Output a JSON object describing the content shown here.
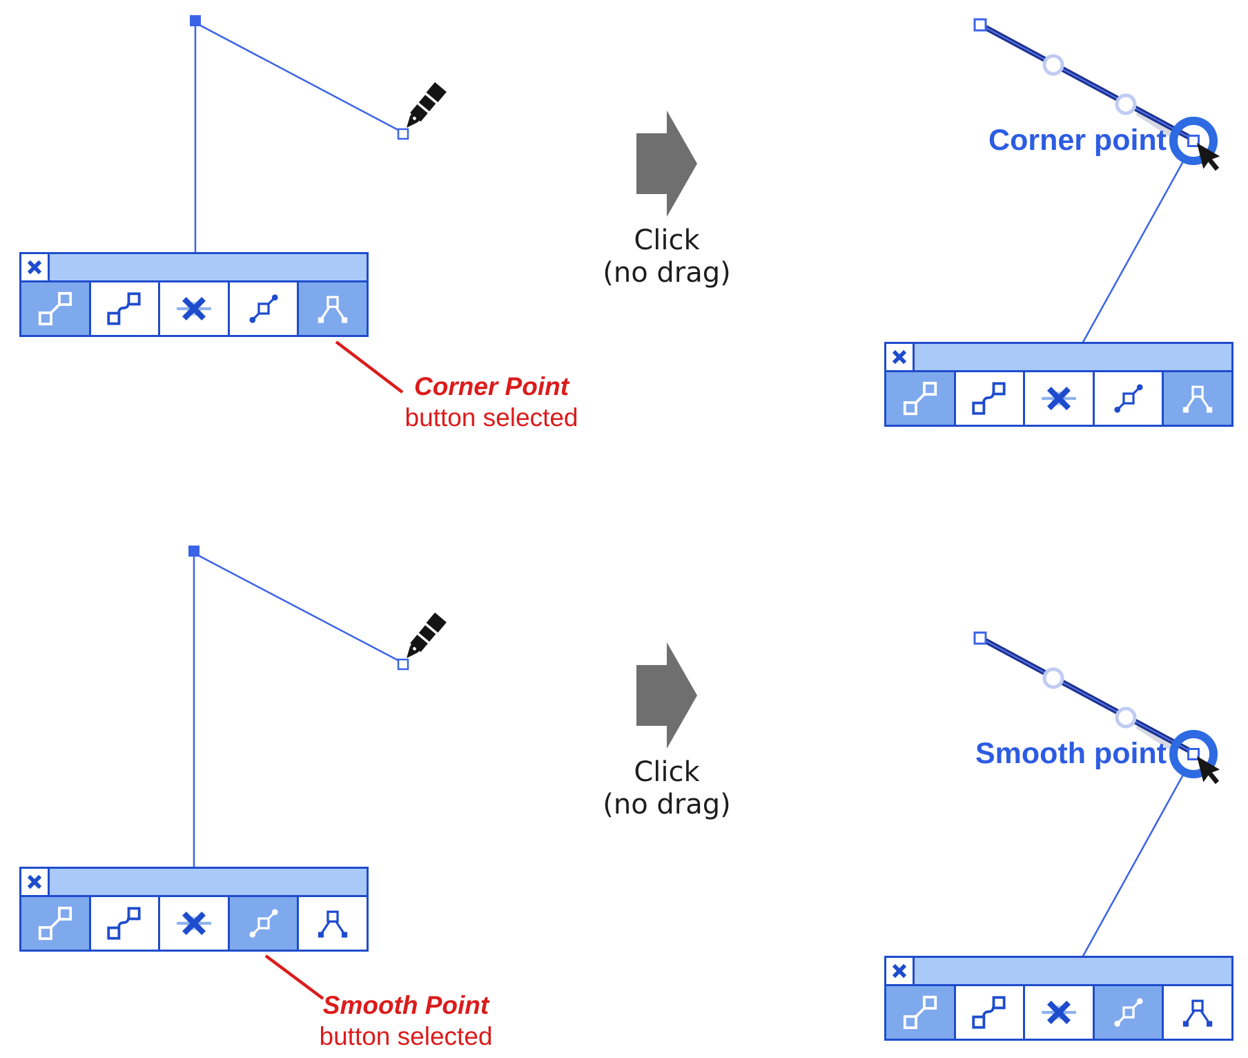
{
  "labels": {
    "corner_point": "Corner point",
    "smooth_point": "Smooth point"
  },
  "arrows": {
    "top": {
      "line1": "Click",
      "line2": "(no drag)"
    },
    "bottom": {
      "line1": "Click",
      "line2": "(no drag)"
    }
  },
  "annotations": {
    "corner": {
      "line1": "Corner Point",
      "line2": "button selected"
    },
    "smooth": {
      "line1": "Smooth Point",
      "line2": "button selected"
    }
  },
  "toolbars": {
    "buttons": [
      "line-segment",
      "curve-segment",
      "delete-segment",
      "smooth-point",
      "corner-point"
    ],
    "top_left": {
      "selected": [
        "line-segment",
        "corner-point"
      ]
    },
    "top_right": {
      "selected": [
        "line-segment",
        "corner-point"
      ]
    },
    "bottom_left": {
      "selected": [
        "line-segment",
        "smooth-point"
      ]
    },
    "bottom_right": {
      "selected": [
        "line-segment",
        "smooth-point"
      ]
    }
  },
  "icons": [
    "close-icon",
    "line-segment-icon",
    "curve-segment-icon",
    "delete-segment-icon",
    "smooth-point-icon",
    "corner-point-icon",
    "pen-cursor",
    "arrow-cursor"
  ],
  "colors": {
    "toolbar_border": "#1e4ccd",
    "titlebar_fill": "#a9c9f8",
    "selected_button_fill": "#7fa9ed",
    "path_blue": "#3a63e8",
    "path_dark": "#1c2f8f",
    "handle_circle_stroke": "#c0cbf4",
    "ring_blue": "#2e6be2",
    "label_blue": "#2d5ce2",
    "annotation_red": "#dc1b1b",
    "arrow_gray": "#6f6f6f",
    "text_dark": "#1d1d1d"
  }
}
